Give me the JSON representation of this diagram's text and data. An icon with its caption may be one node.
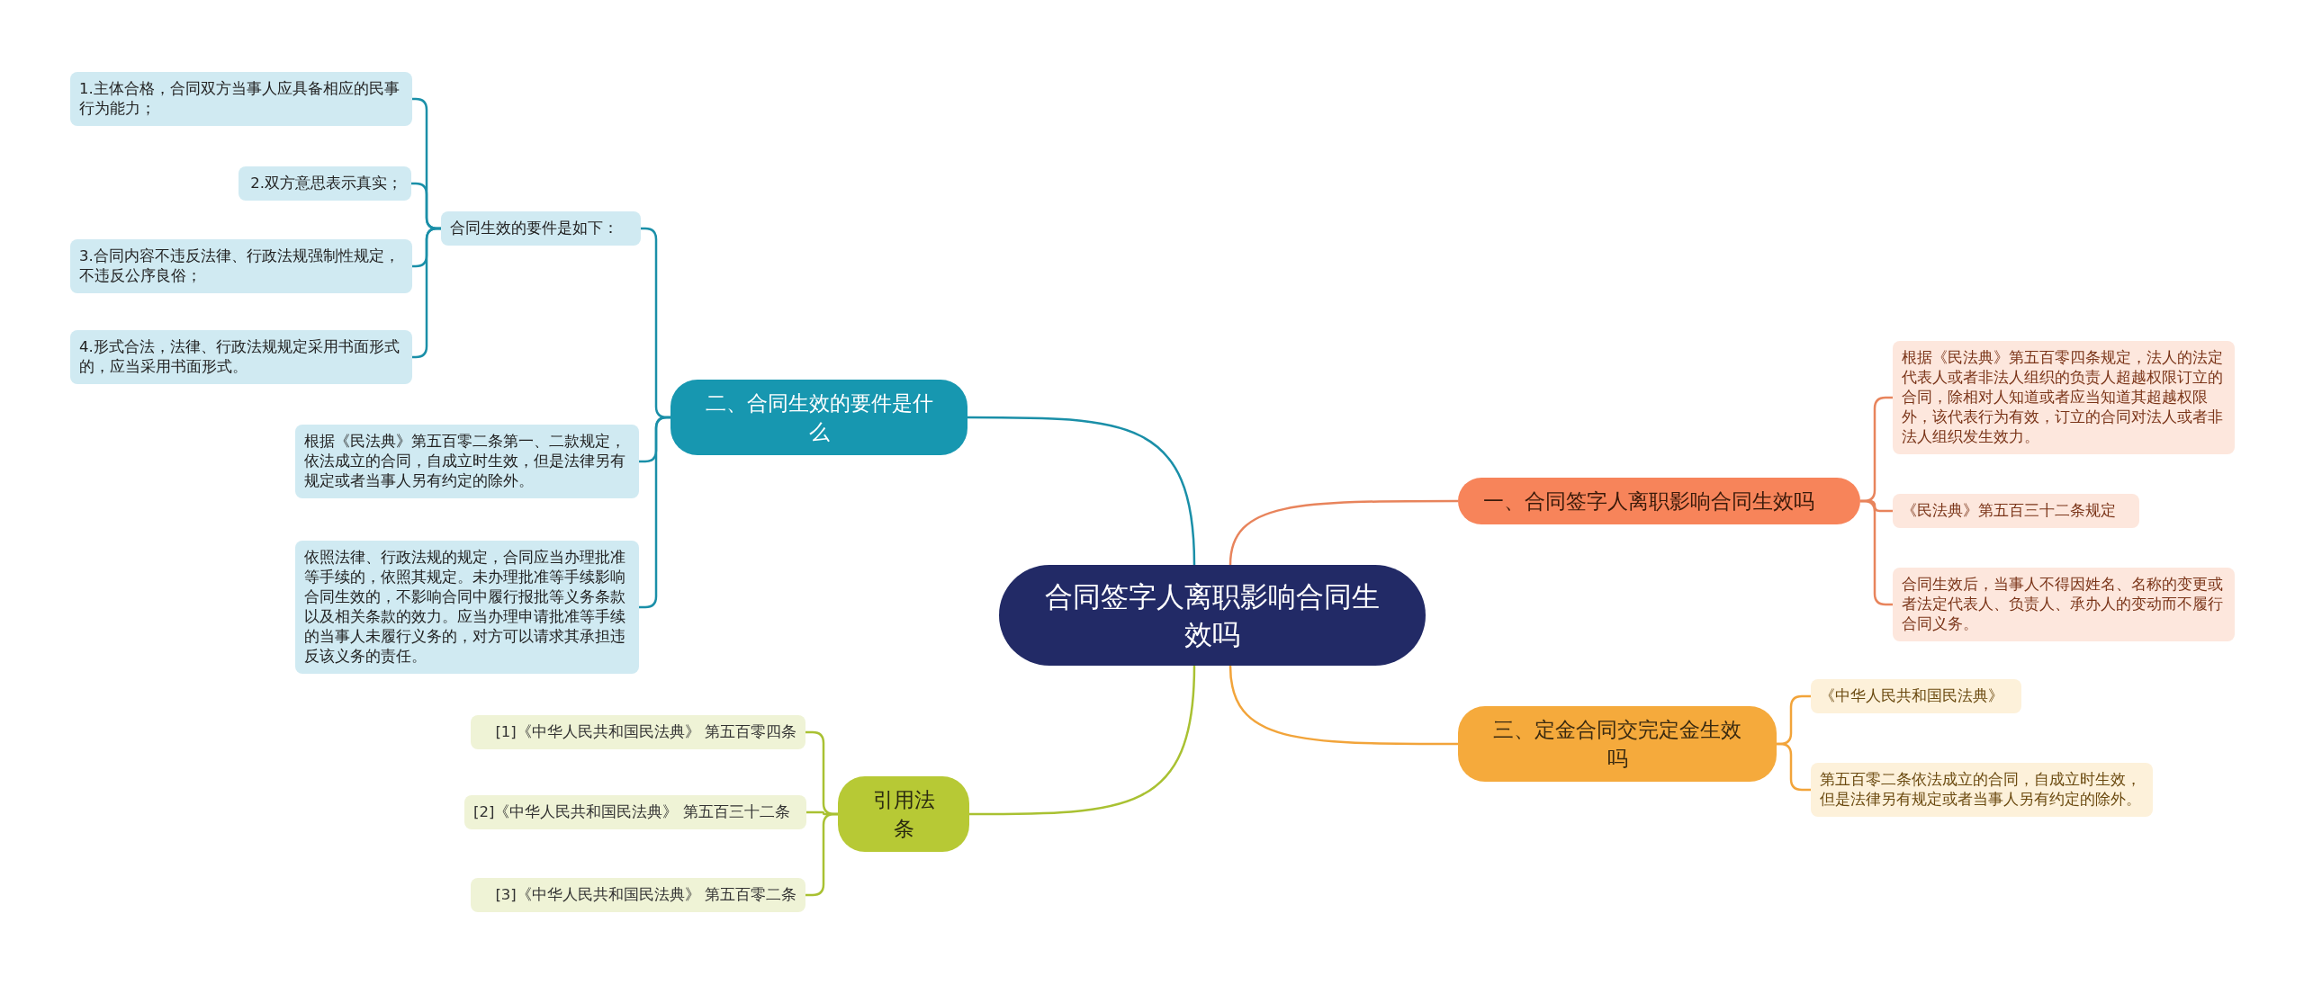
{
  "diagram": {
    "nodes": [
      {
        "text": [
          "合同签字人离职影响合同生效吗"
        ]
      },
      {
        "text": [
          "一、合同签字人离职影响合同生效吗"
        ]
      },
      {
        "text": [
          "根据《民法典》第五百零四条规定，法人的法定代表人或者非法人组织的负责人超越权限订立的合同，除相对人知道或者应当知道其超越权限外，该代表行为有效，订立的合同对法人或者非法人组织发生效力。"
        ]
      },
      {
        "text": [
          "《民法典》第五百三十二条规定"
        ]
      },
      {
        "text": [
          "合同生效后，当事人不得因姓名、名称的变更或者法定代表人、负责人、承办人的变动而不履行合同义务。"
        ]
      },
      {
        "text": [
          "二、合同生效的要件是什么"
        ]
      },
      {
        "text": [
          "合同生效的要件是如下："
        ]
      },
      {
        "text": [
          "1.主体合格，合同双方当事人应具备相应的民事行为能力；"
        ]
      },
      {
        "text": [
          "2.双方意思表示真实；"
        ]
      },
      {
        "text": [
          "3.合同内容不违反法律、行政法规强制性规定，不违反公序良俗；"
        ]
      },
      {
        "text": [
          "4.形式合法，法律、行政法规规定采用书面形式的，应当采用书面形式。"
        ]
      },
      {
        "text": [
          "根据《民法典》第五百零二条第一、二款规定，依法成立的合同，自成立时生效，但是法律另有规定或者当事人另有约定的除外。"
        ]
      },
      {
        "text": [
          "依照法律、行政法规的规定，合同应当办理批准等手续的，依照其规定。未办理批准等手续影响合同生效的，不影响合同中履行报批等义务条款以及相关条款的效力。应当办理申请批准等手续的当事人未履行义务的，对方可以请求其承担违反该义务的责任。"
        ]
      },
      {
        "text": [
          "三、定金合同交完定金生效吗"
        ]
      },
      {
        "text": [
          "《中华人民共和国民法典》"
        ]
      },
      {
        "text": [
          "第五百零二条依法成立的合同，自成立时生效，但是法律另有规定或者当事人另有约定的除外。"
        ]
      },
      {
        "text": [
          "引用法条"
        ]
      },
      {
        "text": [
          "[1]《中华人民共和国民法典》 第五百零四条"
        ]
      },
      {
        "text": [
          "[2]《中华人民共和国民法典》 第五百三十二条"
        ]
      },
      {
        "text": [
          "[3]《中华人民共和国民法典》 第五百零二条"
        ]
      }
    ],
    "edges": [
      {
        "from": 0,
        "to": 1,
        "arrow": "none",
        "color": "#e8845c"
      },
      {
        "from": 1,
        "to": 2,
        "arrow": "none",
        "color": "#e8845c"
      },
      {
        "from": 1,
        "to": 3,
        "arrow": "none",
        "color": "#e8845c"
      },
      {
        "from": 1,
        "to": 4,
        "arrow": "none",
        "color": "#e8845c"
      },
      {
        "from": 0,
        "to": 5,
        "arrow": "none"
      },
      {
        "from": 5,
        "to": 6,
        "arrow": "none"
      },
      {
        "from": 6,
        "to": 7,
        "arrow": "none"
      },
      {
        "from": 6,
        "to": 8,
        "arrow": "none"
      },
      {
        "from": 6,
        "to": 9,
        "arrow": "none"
      },
      {
        "from": 6,
        "to": 10,
        "arrow": "none"
      },
      {
        "from": 5,
        "to": 11,
        "arrow": "none"
      },
      {
        "from": 5,
        "to": 12,
        "arrow": "none"
      },
      {
        "from": 0,
        "to": 13,
        "arrow": "none",
        "color": "#f2a43a"
      },
      {
        "from": 13,
        "to": 14,
        "arrow": "none",
        "color": "#f2a43a"
      },
      {
        "from": 13,
        "to": 15,
        "arrow": "none",
        "color": "#f2a43a"
      },
      {
        "from": 0,
        "to": 16,
        "arrow": "none",
        "color": "#a9c132"
      },
      {
        "from": 16,
        "to": 17,
        "arrow": "none",
        "color": "#a9c132"
      },
      {
        "from": 16,
        "to": 18,
        "arrow": "none",
        "color": "#a9c132"
      },
      {
        "from": 16,
        "to": 19,
        "arrow": "none",
        "color": "#a9c132"
      }
    ]
  }
}
